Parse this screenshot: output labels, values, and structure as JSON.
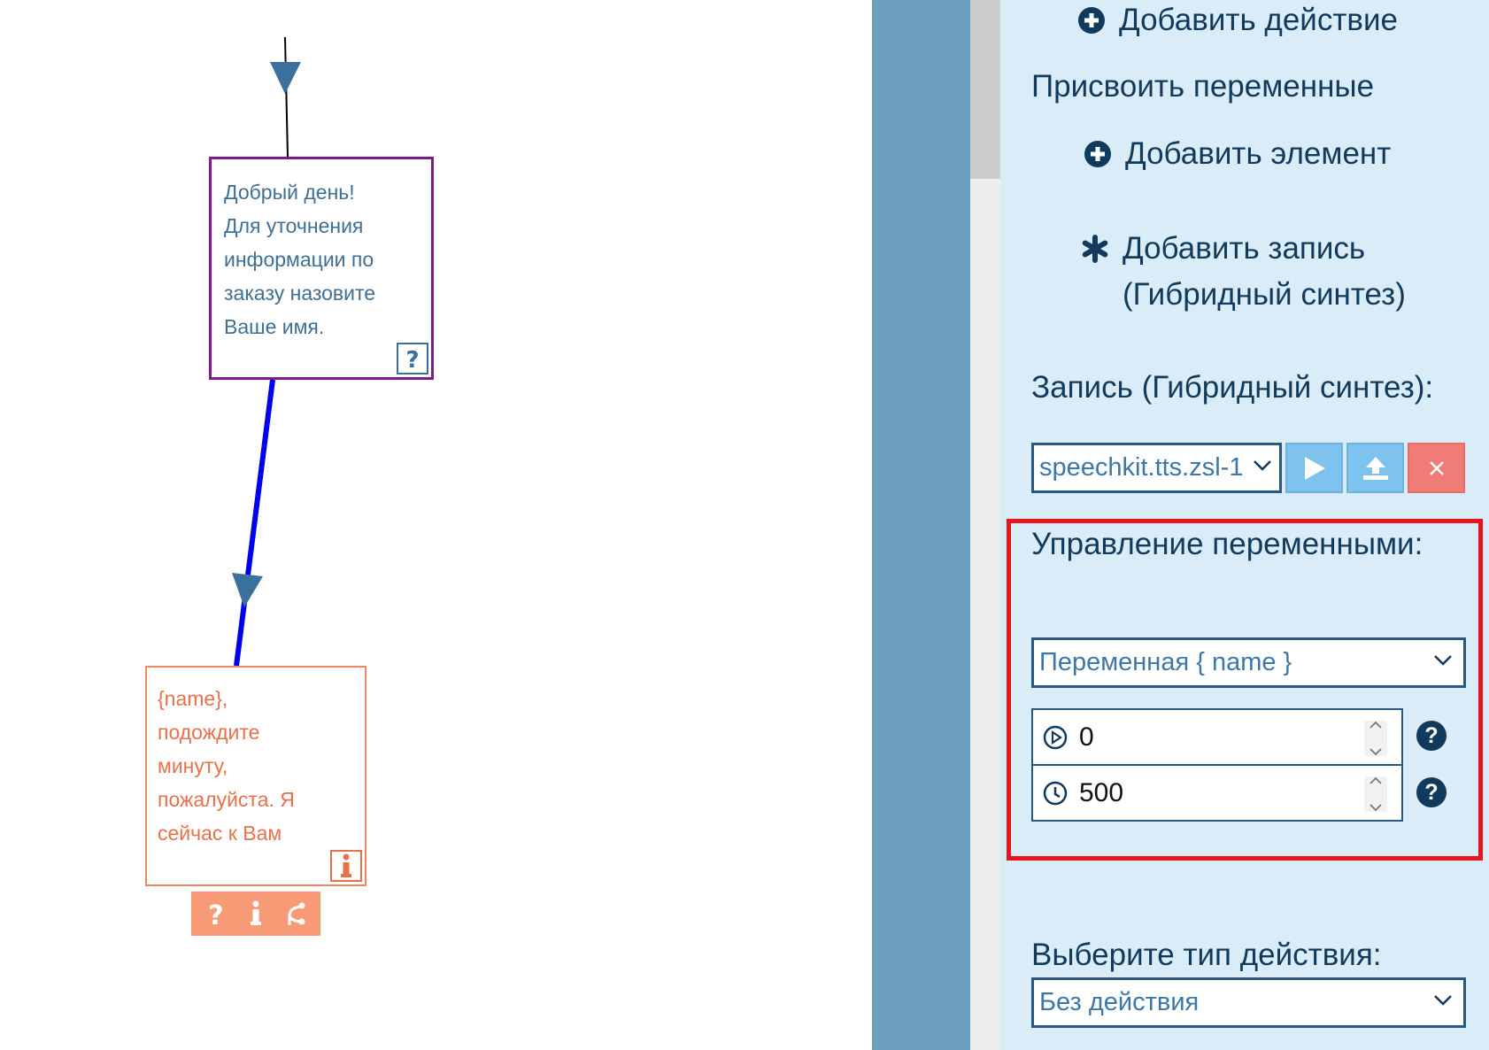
{
  "canvas": {
    "node_greeting": {
      "text": "Добрый день!\nДля уточнения\nинформации по\nзаказу назовите\nВаше имя.",
      "badge_icon": "question-icon",
      "border_color": "#7b1c8a",
      "text_color": "#3f6f94"
    },
    "node_wait": {
      "text": "{name},\nподождите\nминуту,\nпожалуйста. Я\nсейчас к Вам",
      "badge_icon": "info-icon",
      "border_color": "#f0855f",
      "text_color": "#e8704a"
    },
    "toolbar": {
      "icons": [
        "question-icon",
        "info-icon",
        "branch-icon"
      ],
      "color": "#f89a76"
    },
    "edge_color_active": "#0000ee",
    "arrow_color": "#3b6f9c"
  },
  "panel": {
    "add_action_label": "Добавить действие",
    "assign_vars_heading": "Присвоить переменные",
    "add_element_label": "Добавить элемент",
    "add_record_label": "Добавить запись\n(Гибридный синтез)",
    "record_heading": "Запись (Гибридный синтез):",
    "record_select_value": "speechkit.tts.zsl-1",
    "var_heading": "Управление переменными:",
    "var_select_value": "Переменная { name }",
    "start_value": "0",
    "duration_value": "500",
    "help_label": "?",
    "action_heading": "Выберите тип действия:",
    "action_select_value": "Без действия",
    "highlight_color": "#e8141c",
    "panel_bg": "#d9ecf7"
  }
}
